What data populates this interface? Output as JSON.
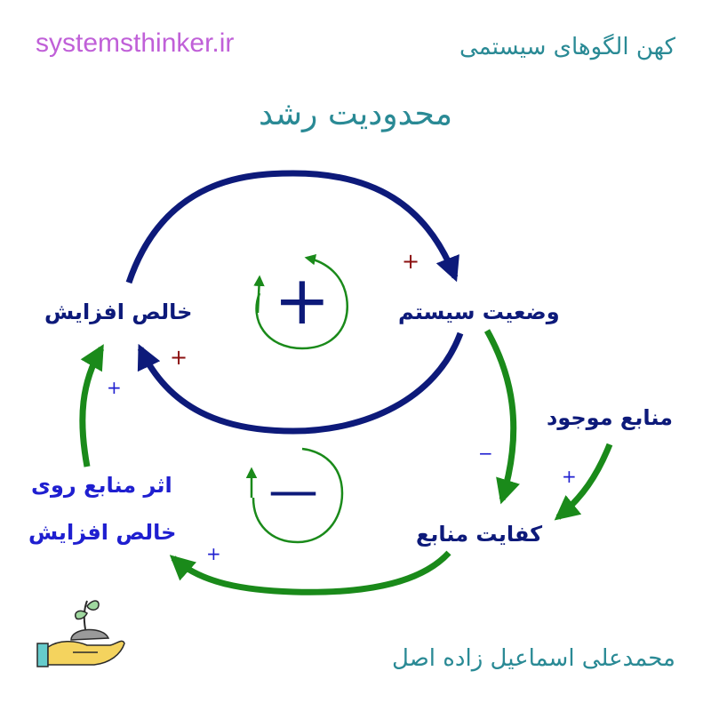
{
  "header": {
    "site_url": "systemsthinker.ir",
    "subtitle": "کهن الگوهای سیستمی",
    "title": "محدودیت رشد"
  },
  "nodes": {
    "net_growth": "خالص افزایش",
    "system_state": "وضعیت سیستم",
    "available_resources": "منابع موجود",
    "resource_adequacy": "کفایت منابع",
    "resource_effect_line1": "اثر منابع روی",
    "resource_effect_line2": "خالص افزایش"
  },
  "loops": {
    "reinforcing_symbol": "+",
    "balancing_symbol": "—"
  },
  "link_signs": {
    "top_arrow": "+",
    "bottom_arrow": "+",
    "state_to_adequacy": "−",
    "resources_to_adequacy": "+",
    "adequacy_to_effect": "+",
    "effect_to_growth": "+"
  },
  "footer": {
    "author": "محمدعلی اسماعیل زاده اصل"
  },
  "colors": {
    "site_url": "#c060d8",
    "teal_text": "#2a8a95",
    "navy": "#0d1a7a",
    "green": "#1a8a1a",
    "dark_red": "#8b1010",
    "blue_text": "#1f1fd0"
  },
  "icons": {
    "logo": "hand-holding-seedling-icon"
  }
}
